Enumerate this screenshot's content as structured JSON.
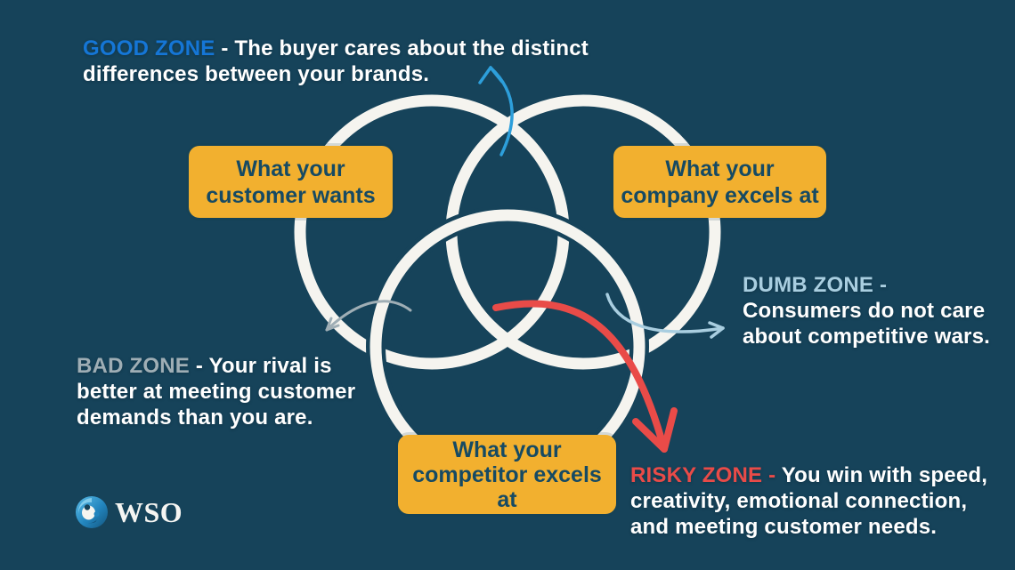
{
  "colors": {
    "background": "#16435A",
    "circle_stroke": "#F5F4EF",
    "box_fill": "#F2B02F",
    "box_text": "#164A63",
    "good_zone_label": "#1576D6",
    "good_arrow": "#2D9FDB",
    "bad_zone_label": "#9FAEB5",
    "bad_arrow": "#9FAEB5",
    "dumb_zone_label": "#A9CEE0",
    "dumb_arrow": "#A9CEE0",
    "risky_zone_label": "#E94B48",
    "risky_arrow": "#E94B48",
    "body_text": "#FFFFFF"
  },
  "boxes": {
    "customer": {
      "lines": [
        "What your",
        "customer wants"
      ]
    },
    "company": {
      "lines": [
        "What your",
        "company excels at"
      ]
    },
    "competitor": {
      "lines": [
        "What your",
        "competitor excels",
        "at"
      ]
    }
  },
  "annotations": {
    "good": {
      "label": "GOOD ZONE",
      "line1_rest": "- The buyer cares about the distinct",
      "line2": "differences between your brands."
    },
    "bad": {
      "label": "BAD ZONE",
      "line1_rest": "- Your rival is",
      "line2": "better at meeting customer",
      "line3": "demands than you are."
    },
    "dumb": {
      "label": "DUMB ZONE -",
      "line2": "Consumers do not care",
      "line3": "about competitive wars."
    },
    "risky": {
      "label": "RISKY ZONE -",
      "line1_rest": "You win with speed,",
      "line2": "creativity, emotional connection,",
      "line3": "and meeting customer needs."
    }
  },
  "logo": {
    "icon": "globe-swirl-icon",
    "text": "WSO"
  }
}
